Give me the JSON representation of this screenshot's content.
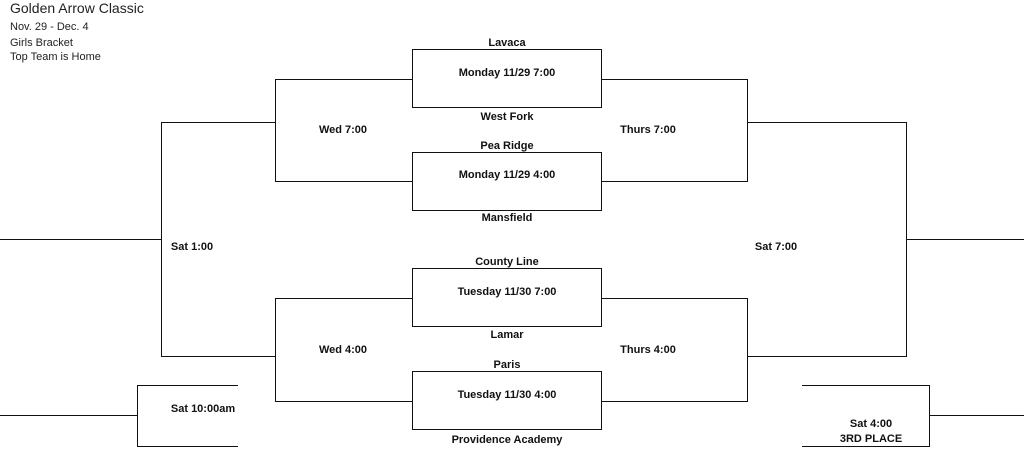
{
  "header": {
    "title": "Golden Arrow Classic",
    "dates": "Nov. 29 - Dec. 4",
    "bracket": "Girls Bracket",
    "note": "Top Team is Home"
  },
  "games": [
    {
      "top_team": "Lavaca",
      "time": "Monday 11/29 7:00",
      "bottom_team": "West Fork"
    },
    {
      "top_team": "Pea Ridge",
      "time": "Monday 11/29 4:00",
      "bottom_team": "Mansfield"
    },
    {
      "top_team": "County Line",
      "time": "Tuesday 11/30 7:00",
      "bottom_team": "Lamar"
    },
    {
      "top_team": "Paris",
      "time": "Tuesday 11/30 4:00",
      "bottom_team": "Providence Academy"
    }
  ],
  "rounds": {
    "wed_top": "Wed 7:00",
    "thurs_top": "Thurs 7:00",
    "wed_bottom": "Wed 4:00",
    "thurs_bottom": "Thurs 4:00",
    "sat_left": "Sat 1:00",
    "sat_right": "Sat 7:00",
    "consolation": "Sat 10:00am",
    "third_time": "Sat 4:00",
    "third_label": "3RD PLACE"
  }
}
